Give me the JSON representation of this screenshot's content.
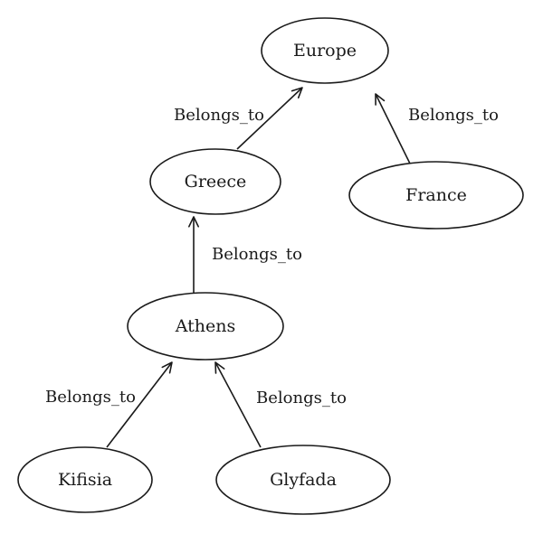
{
  "diagram": {
    "nodes": [
      {
        "id": "europe",
        "label": "Europe"
      },
      {
        "id": "greece",
        "label": "Greece"
      },
      {
        "id": "france",
        "label": "France"
      },
      {
        "id": "athens",
        "label": "Athens"
      },
      {
        "id": "kifisia",
        "label": "Kifisia"
      },
      {
        "id": "glyfada",
        "label": "Glyfada"
      }
    ],
    "edges": [
      {
        "from": "greece",
        "to": "europe",
        "label": "Belongs_to"
      },
      {
        "from": "france",
        "to": "europe",
        "label": "Belongs_to"
      },
      {
        "from": "athens",
        "to": "greece",
        "label": "Belongs_to"
      },
      {
        "from": "kifisia",
        "to": "athens",
        "label": "Belongs_to"
      },
      {
        "from": "glyfada",
        "to": "athens",
        "label": "Belongs_to"
      }
    ]
  }
}
